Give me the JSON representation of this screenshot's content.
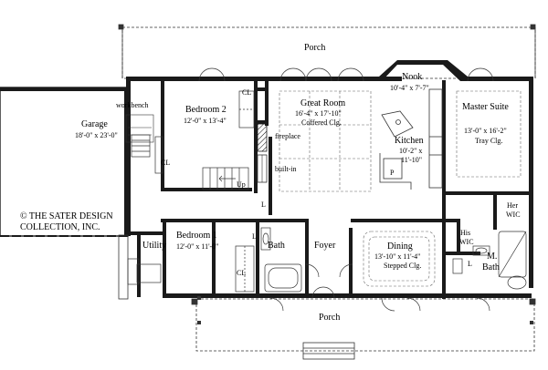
{
  "copyright": {
    "line1": "© THE SATER DESIGN",
    "line2": "COLLECTION, INC."
  },
  "rooms": {
    "porch_top": {
      "name": "Porch"
    },
    "porch_bottom": {
      "name": "Porch"
    },
    "garage": {
      "name": "Garage",
      "dims": "18'-0\" x 23'-0\""
    },
    "workbench": {
      "name": "workbench"
    },
    "bedroom2": {
      "name": "Bedroom 2",
      "dims": "12'-0\" x 13'-4\""
    },
    "great_room": {
      "name": "Great Room",
      "dims": "16'-4\" x 17'-10\"",
      "ceiling": "Coffered Clg."
    },
    "nook": {
      "name": "Nook",
      "dims": "10'-4\" x 7'-7\""
    },
    "kitchen": {
      "name": "Kitchen",
      "dims1": "10'-2\" x",
      "dims2": "11'-10\""
    },
    "master_suite": {
      "name": "Master Suite",
      "dims": "13'-0\" x 16'-2\"",
      "ceiling": "Tray Clg."
    },
    "bedroom1": {
      "name": "Bedroom 1",
      "dims": "12'-0\" x 11'-0\""
    },
    "utility": {
      "name": "Utility"
    },
    "bath": {
      "name": "Bath"
    },
    "foyer": {
      "name": "Foyer"
    },
    "dining": {
      "name": "Dining",
      "dims": "13'-10\" x 11'-4\"",
      "ceiling": "Stepped Clg."
    },
    "her_wic": {
      "line1": "Her",
      "line2": "WIC"
    },
    "his_wic": {
      "line1": "His",
      "line2": "WIC"
    },
    "m_bath": {
      "line1": "M.",
      "line2": "Bath"
    }
  },
  "notes": {
    "fireplace": "fireplace",
    "builtin": "built-in",
    "up": "Up",
    "cl_garage": "CL",
    "cl_bed2": "CL",
    "cl_bed1": "CL",
    "l_hall": "L",
    "l_bed1": "L",
    "l_mbath": "L",
    "p_kitchen": "P"
  }
}
